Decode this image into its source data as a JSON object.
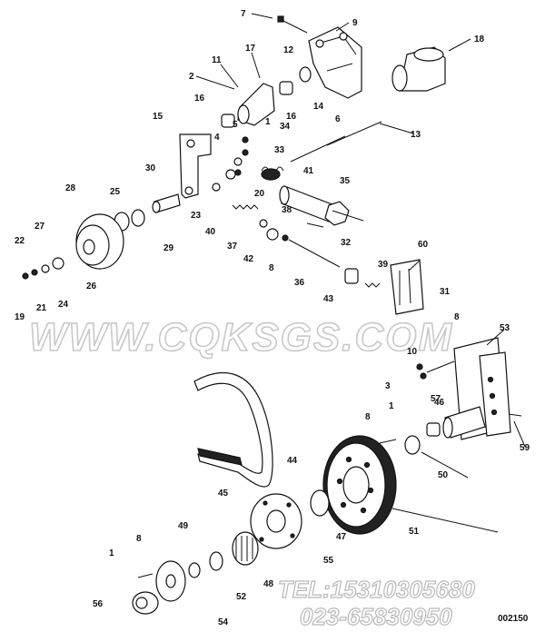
{
  "labels": [
    "7",
    "9",
    "18",
    "11",
    "17",
    "12",
    "2",
    "16",
    "16",
    "14",
    "6",
    "15",
    "1",
    "34",
    "13",
    "33",
    "41",
    "30",
    "28",
    "25",
    "20",
    "35",
    "23",
    "38",
    "27",
    "22",
    "40",
    "29",
    "37",
    "42",
    "8",
    "32",
    "60",
    "39",
    "26",
    "21",
    "24",
    "36",
    "43",
    "31",
    "8",
    "19",
    "53",
    "10",
    "3",
    "57",
    "1",
    "46",
    "8",
    "59",
    "50",
    "44",
    "45",
    "51",
    "47",
    "55",
    "1",
    "8",
    "49",
    "48",
    "52",
    "56",
    "54",
    "4",
    "5"
  ],
  "watermark": "WWW.CQKSGS.COM",
  "contact": {
    "tel": "TEL:15310305680",
    "phone": "023-65830950"
  },
  "figure_code": "002150"
}
